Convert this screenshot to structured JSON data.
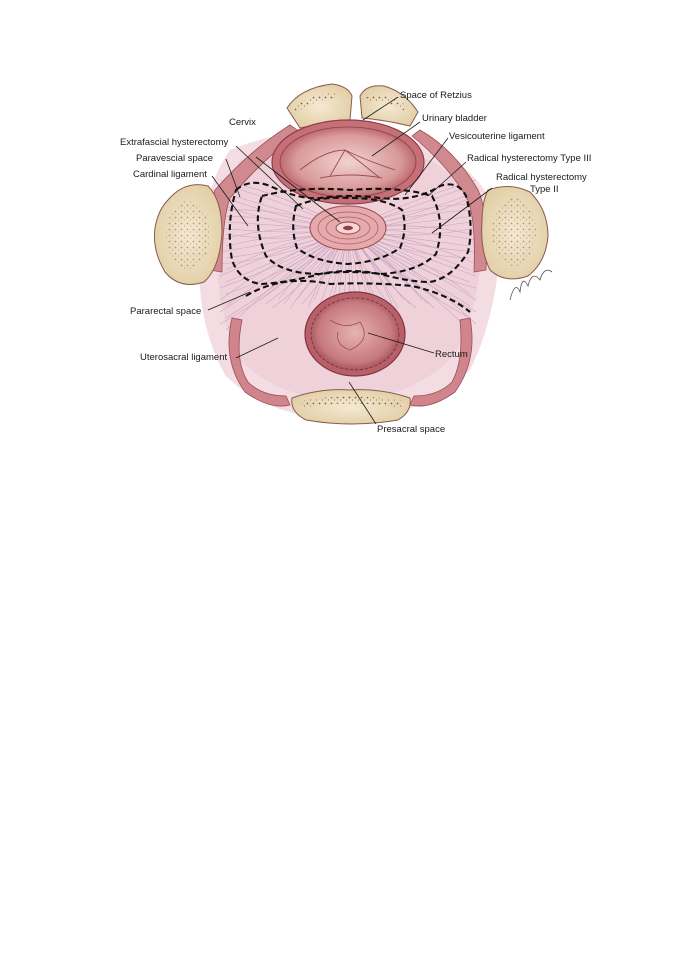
{
  "diagram": {
    "labels": {
      "space_of_retzius": "Space of Retzius",
      "urinary_bladder": "Urinary bladder",
      "cervix": "Cervix",
      "vesicouterine_ligament": "Vesicouterine ligament",
      "extrafascial_hysterectomy": "Extrafascial hysterectomy",
      "radical_type_iii": "Radical hysterectomy Type III",
      "paravescial_space": "Paravescial space",
      "cardinal_ligament": "Cardinal ligament",
      "radical_type_ii_line1": "Radical hysterectomy",
      "radical_type_ii_line2": "Type II",
      "pararectal_space": "Pararectal space",
      "rectum": "Rectum",
      "uterosacral_ligament": "Uterosacral ligament",
      "presacral_space": "Presacral space"
    },
    "colors": {
      "tissue": "#e9c6c9",
      "organ_wall": "#b8606a",
      "bone": "#efe1c2",
      "fibers": "#c9a3c2",
      "dashed_lines": "#111111"
    }
  }
}
